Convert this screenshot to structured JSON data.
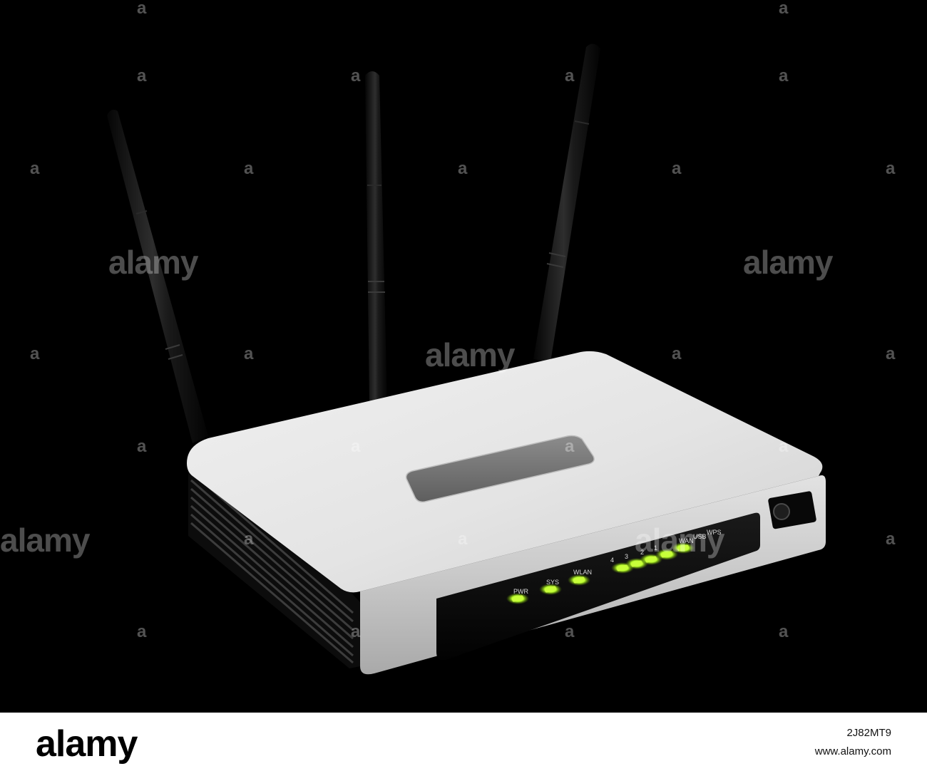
{
  "router": {
    "front_labels": {
      "pwr": "PWR",
      "sys": "SYS",
      "wlan": "WLAN",
      "port4": "4",
      "port3": "3",
      "port2": "2",
      "port1": "1",
      "wan": "WAN",
      "usb": "USB",
      "wps": "WPS"
    },
    "led_color": "#c8ff3a",
    "body_color": "#e6e6e6",
    "panel_color": "#0a0a0a",
    "antenna_color": "#151515"
  },
  "watermark": {
    "small_mark": "a",
    "big_mark": "alamy"
  },
  "footer": {
    "logo": "alamy",
    "image_id": "2J82MT9",
    "url": "www.alamy.com"
  }
}
